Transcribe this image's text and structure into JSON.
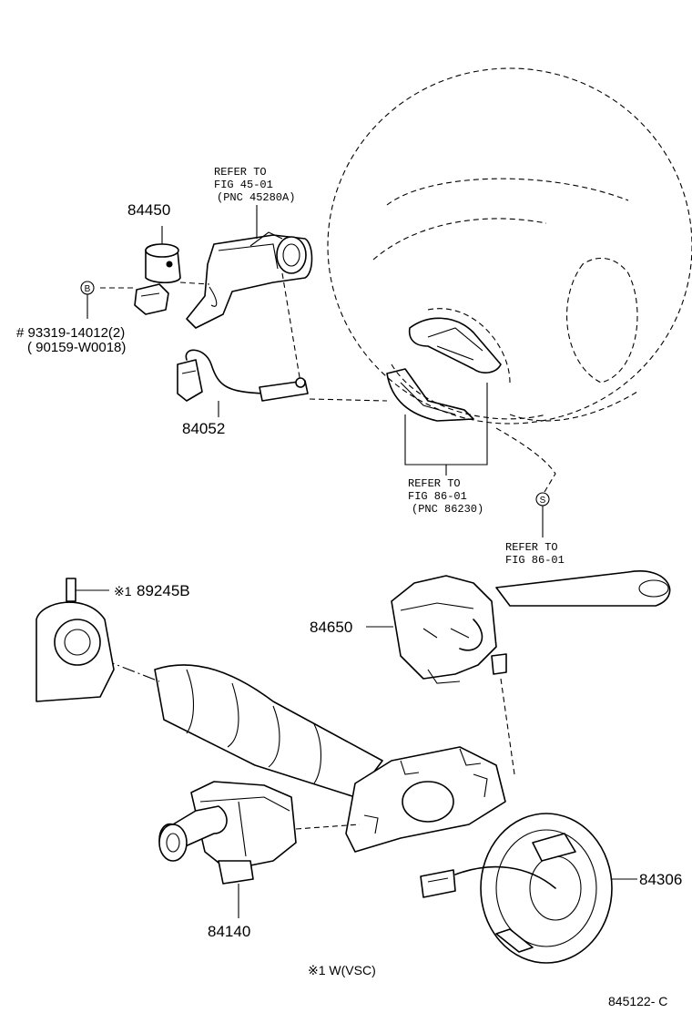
{
  "labels": {
    "part_84450": "84450",
    "part_84052": "84052",
    "part_84650": "84650",
    "part_84140": "84140",
    "part_84306": "84306",
    "part_89245b": "89245B",
    "mark_89245b": "※1",
    "bolt_number": "# 93319-14012(2)",
    "bolt_alt": "( 90159-W0018)",
    "callout_b": "B",
    "callout_s": "S",
    "note_vsc": "※1  W(VSC)",
    "diagram_code": "845122- C"
  },
  "refs": {
    "ref_45": {
      "line1": "REFER TO",
      "line2": "FIG  45-01",
      "line3": "(PNC  45280A)"
    },
    "ref_86a": {
      "line1": "REFER TO",
      "line2": "FIG  86-01",
      "line3": "(PNC  86230)"
    },
    "ref_86b": {
      "line1": "REFER TO",
      "line2": "FIG  86-01"
    }
  }
}
